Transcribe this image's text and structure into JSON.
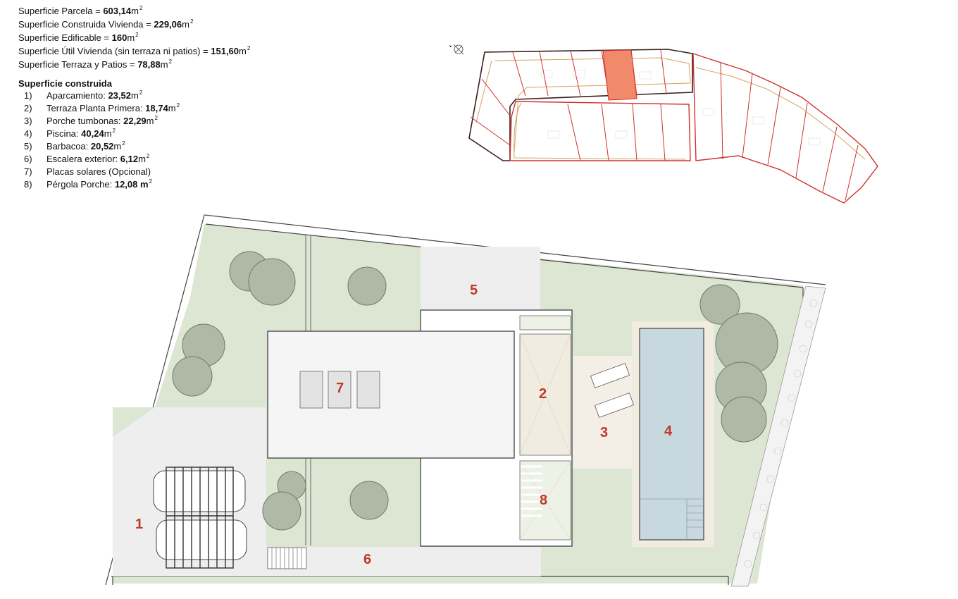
{
  "summary": [
    {
      "label": "Superficie Parcela = ",
      "value": "603,14",
      "unit": "m",
      "sup": "2"
    },
    {
      "label": "Superficie Construida Vivienda = ",
      "value": "229,06",
      "unit": "m",
      "sup": "2"
    },
    {
      "label": "Superficie Edificable = ",
      "value": "160",
      "unit": "m",
      "sup": "2"
    },
    {
      "label": "Superficie Útil Vivienda (sin terraza ni patios) = ",
      "value": "151,60",
      "unit": "m",
      "sup": "2"
    },
    {
      "label": "Superficie Terraza y Patios = ",
      "value": "78,88",
      "unit": "m",
      "sup": "2"
    }
  ],
  "built": {
    "title": "Superficie construida",
    "items": [
      {
        "num": "1)",
        "label": "Aparcamiento: ",
        "value": "23,52",
        "unit": "m",
        "sup": "2"
      },
      {
        "num": "2)",
        "label": "Terraza Planta Primera: ",
        "value": "18,74",
        "unit": "m",
        "sup": "2"
      },
      {
        "num": "3)",
        "label": "Porche tumbonas: ",
        "value": "22,29",
        "unit": "m",
        "sup": "2"
      },
      {
        "num": "4)",
        "label": "Piscina: ",
        "value": "40,24",
        "unit": "m",
        "sup": "2"
      },
      {
        "num": "5)",
        "label": "Barbacoa: ",
        "value": "20,52",
        "unit": "m",
        "sup": "2"
      },
      {
        "num": "6)",
        "label": "Escalera exterior: ",
        "value": "6,12",
        "unit": "m",
        "sup": "2"
      },
      {
        "num": "7)",
        "label": "Placas solares (Opcional)",
        "value": "",
        "unit": "",
        "sup": ""
      },
      {
        "num": "8)",
        "label": "Pérgola Porche: ",
        "value": "12,08 m",
        "unit": "",
        "sup": "2"
      }
    ]
  },
  "plan_labels": {
    "n1": "1",
    "n2": "2",
    "n3": "3",
    "n4": "4",
    "n5": "5",
    "n6": "6",
    "n7": "7",
    "n8": "8"
  },
  "icons": {
    "north": "north-arrow-icon"
  },
  "colors": {
    "garden": "#dde5d3",
    "paving": "#eeeeee",
    "terrace": "#f1ece0",
    "pergola": "#efeddc",
    "roof": "#f5f5f5",
    "pool": "#c8d8df",
    "tree": "#aebaa5",
    "label": "#c0392b",
    "plot_border": "#d0312d",
    "plot_highlight": "#f08a6a",
    "path": "#d9a15e"
  }
}
